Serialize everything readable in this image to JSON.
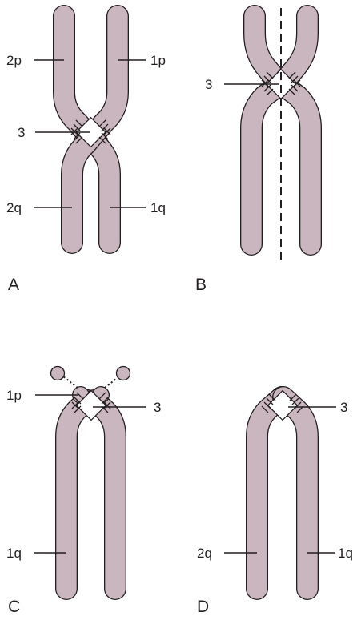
{
  "panels": {
    "A": {
      "letter": "A",
      "labels": {
        "arm_2p": "2p",
        "arm_1p": "1p",
        "centromere": "3",
        "arm_2q": "2q",
        "arm_1q": "1q"
      }
    },
    "B": {
      "letter": "B",
      "labels": {
        "centromere": "3"
      }
    },
    "C": {
      "letter": "C",
      "labels": {
        "arm_1p": "1p",
        "centromere": "3",
        "arm_1q": "1q"
      }
    },
    "D": {
      "letter": "D",
      "labels": {
        "centromere": "3",
        "arm_2q": "2q",
        "arm_1q": "1q"
      }
    }
  },
  "colors": {
    "chromatid": "#c9b6bf",
    "outline": "#231f20",
    "background": "#ffffff"
  }
}
